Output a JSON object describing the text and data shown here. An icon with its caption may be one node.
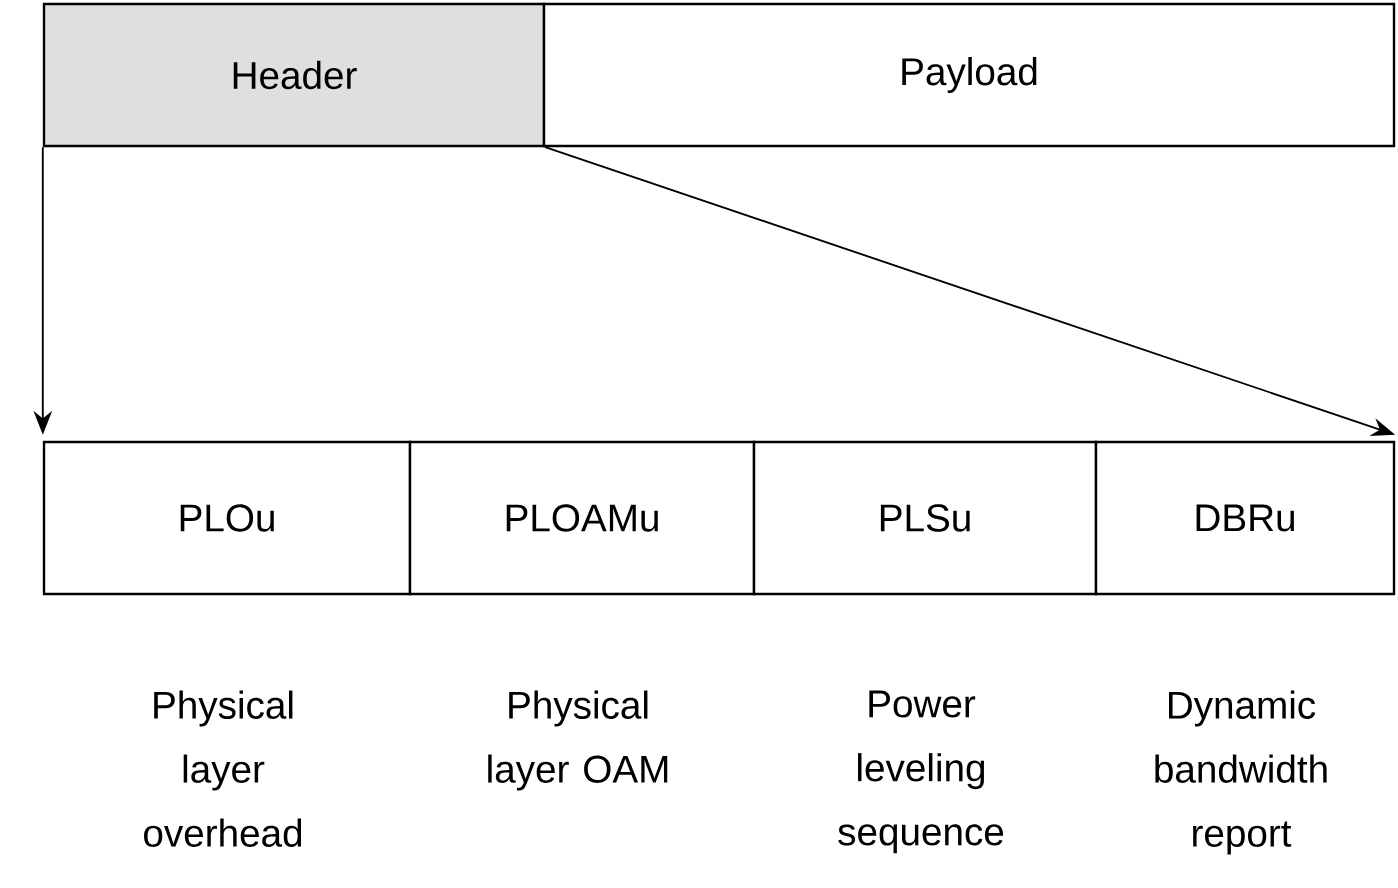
{
  "diagram": {
    "nodes": [
      {
        "text": [
          "Header"
        ]
      },
      {
        "text": [
          "Payload"
        ]
      },
      {
        "text": [
          "PLOu"
        ],
        "beside": [
          "Physical layer overhead"
        ]
      },
      {
        "text": [
          "PLOAMu"
        ],
        "beside": [
          "Physical layer OAM"
        ]
      },
      {
        "text": [
          "PLSu"
        ],
        "beside": [
          "Power leveling sequence"
        ]
      },
      {
        "text": [
          "DBRu"
        ],
        "beside": [
          "Dynamic bandwidth report"
        ]
      }
    ],
    "edges": [
      {
        "from": 0,
        "to": 2,
        "arrow": "to"
      },
      {
        "from": 0,
        "to": 5,
        "arrow": "to"
      }
    ]
  }
}
